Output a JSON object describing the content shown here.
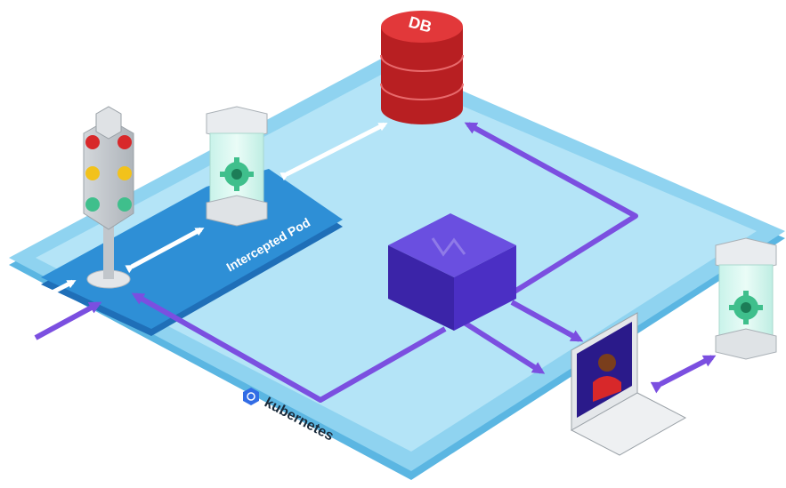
{
  "labels": {
    "db": "DB",
    "intercepted_pod": "Intercepted Pod",
    "kubernetes": "kubernetes"
  },
  "colors": {
    "platform_top": "#8fd3f0",
    "platform_inner": "#b9e6f8",
    "platform_side": "#5bb6e2",
    "pod_zone": "#2e8fd6",
    "db_red": "#d8282a",
    "purple_route": "#7b4fe0",
    "proxy_box": "#4b2fc4",
    "white_arrow": "#ffffff",
    "gear_green": "#3fbf8c",
    "k8s_blue": "#326ce5"
  },
  "icons": [
    "traffic-light-icon",
    "pod-capsule-icon",
    "database-icon",
    "proxy-box-icon",
    "laptop-icon",
    "developer-avatar-icon",
    "kubernetes-logo-icon",
    "gear-icon"
  ]
}
